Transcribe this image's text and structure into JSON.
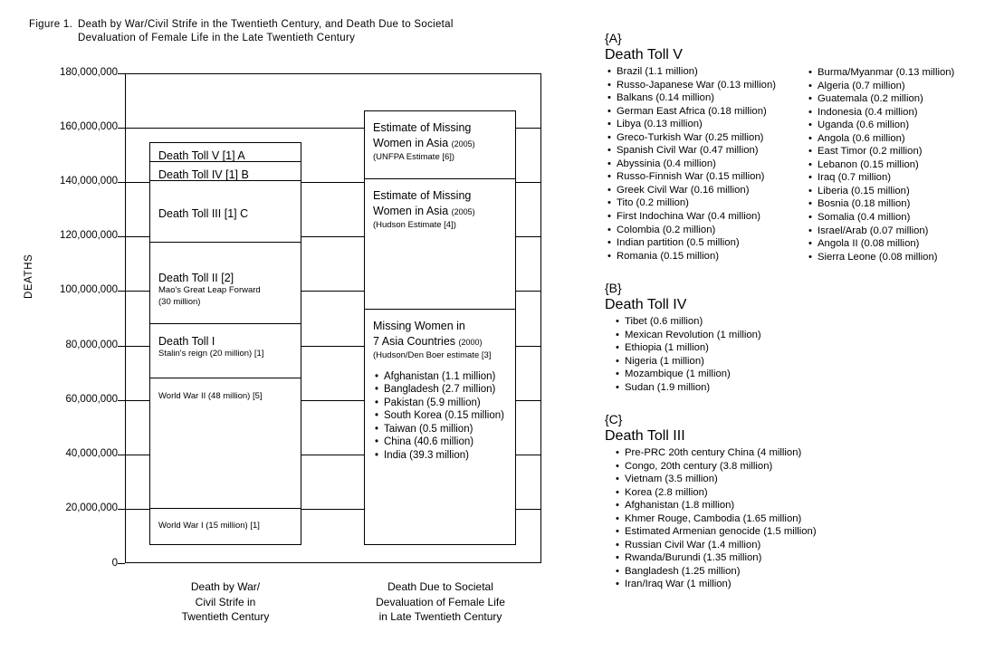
{
  "figure": {
    "label": "Figure 1.",
    "title_line1": "Death by War/Civil Strife in the Twentieth Century, and Death Due to Societal",
    "title_line2": "Devaluation of Female Life in the Late Twentieth Century"
  },
  "chart_data": {
    "type": "bar",
    "title": "Death by War/Civil Strife in the Twentieth Century, and Death Due to Societal Devaluation of Female Life in the Late Twentieth Century",
    "xlabel": "",
    "ylabel": "DEATHS",
    "ylim": [
      0,
      180000000
    ],
    "grid": true,
    "legend_position": "none",
    "ytick_labels": [
      "180,000,000",
      "160,000,000",
      "140,000,000",
      "120,000,000",
      "100,000,000",
      "80,000,000",
      "60,000,000",
      "40,000,000",
      "20,000,000",
      "0"
    ],
    "ytick_values": [
      180000000,
      160000000,
      140000000,
      120000000,
      100000000,
      80000000,
      60000000,
      40000000,
      20000000,
      0
    ],
    "categories": [
      "Death by War/\nCivil Strife in\nTwentieth Century",
      "Death Due to Societal\nDevaluation of Female Life\nin Late Twentieth Century"
    ],
    "series": [
      {
        "name": "Death by War/Civil Strife in Twentieth Century",
        "total": 150000000,
        "segments": [
          {
            "label": "World War I (15 million) [1]",
            "value": 15000000,
            "range": [
              0,
              15000000
            ]
          },
          {
            "label": "World War II (48 million) [5]",
            "value": 48000000,
            "range": [
              15000000,
              63000000
            ]
          },
          {
            "label": "Death Toll I",
            "sub": "Stalin's reign (20 million) [1]",
            "value": 20000000,
            "range": [
              63000000,
              83000000
            ]
          },
          {
            "label": "Death Toll II [2]",
            "sub": "Mao's Great Leap Forward",
            "sub2": "(30 million)",
            "value": 30000000,
            "range": [
              83000000,
              113000000
            ]
          },
          {
            "label": "Death Toll III [1] C",
            "value": 23000000,
            "range": [
              113000000,
              136000000
            ]
          },
          {
            "label": "Death Toll IV [1] B",
            "value": 7000000,
            "range": [
              136000000,
              143000000
            ]
          },
          {
            "label": "Death Toll V [1] A",
            "value": 7000000,
            "range": [
              143000000,
              150000000
            ]
          }
        ]
      },
      {
        "name": "Death Due to Societal Devaluation of Female Life in Late Twentieth Century",
        "total": 163000000,
        "segments": [
          {
            "label_line1": "Missing Women in",
            "label_line2": "7 Asia Countries",
            "year": "(2000)",
            "source": "(Hudson/Den Boer estimate [3]",
            "value": 90000000,
            "range": [
              0,
              90000000
            ],
            "items": [
              "Afghanistan (1.1 million)",
              "Bangladesh (2.7 million)",
              "Pakistan (5.9 million)",
              "South Korea (0.15 million)",
              "Taiwan (0.5 million)",
              "China (40.6 million)",
              "India (39.3 million)"
            ]
          },
          {
            "label_line1": "Estimate of Missing",
            "label_line2": "Women in Asia",
            "year": "(2005)",
            "source": "(Hudson Estimate [4])",
            "value": 48000000,
            "range": [
              90000000,
              138000000
            ]
          },
          {
            "label_line1": "Estimate of Missing",
            "label_line2": "Women in Asia",
            "year": "(2005)",
            "source": "(UNFPA Estimate [6])",
            "value": 25000000,
            "range": [
              138000000,
              163000000
            ]
          }
        ]
      }
    ]
  },
  "axis": {
    "ylabel": "DEATHS",
    "xcat1_line1": "Death by War/",
    "xcat1_line2": "Civil Strife in",
    "xcat1_line3": "Twentieth Century",
    "xcat2_line1": "Death Due to Societal",
    "xcat2_line2": "Devaluation of Female Life",
    "xcat2_line3": "in Late Twentieth Century"
  },
  "panel": {
    "sections": [
      {
        "brace": "{A}",
        "head": "Death Toll V",
        "col1": [
          "Brazil (1.1 million)",
          "Russo-Japanese War (0.13 million)",
          "Balkans (0.14 million)",
          "German East Africa (0.18 million)",
          "Libya (0.13 million)",
          "Greco-Turkish War (0.25 million)",
          "Spanish Civil War (0.47 million)",
          "Abyssinia (0.4 million)",
          "Russo-Finnish War (0.15 million)",
          "Greek Civil War (0.16 million)",
          "Tito (0.2 million)",
          "First Indochina War (0.4 million)",
          "Colombia (0.2 million)",
          "Indian partition (0.5 million)",
          "Romania (0.15 million)"
        ],
        "col2": [
          "Burma/Myanmar (0.13 million)",
          "Algeria (0.7 million)",
          "Guatemala (0.2 million)",
          "Indonesia (0.4 million)",
          "Uganda (0.6 million)",
          "Angola (0.6 million)",
          "East Timor (0.2 million)",
          "Lebanon (0.15 million)",
          "Iraq (0.7 million)",
          "Liberia (0.15 million)",
          "Bosnia (0.18 million)",
          "Somalia (0.4 million)",
          "Israel/Arab (0.07 million)",
          "Angola II (0.08 million)",
          "Sierra Leone (0.08 million)"
        ]
      },
      {
        "brace": "{B}",
        "head": "Death Toll IV",
        "col1": [
          "Tibet (0.6 million)",
          "Mexican Revolution (1 million)",
          "Ethiopia (1 million)",
          "Nigeria (1 million)",
          "Mozambique (1 million)",
          "Sudan (1.9 million)"
        ],
        "col2": []
      },
      {
        "brace": "{C}",
        "head": "Death Toll III",
        "col1": [
          "Pre-PRC 20th century China (4 million)",
          "Congo, 20th century (3.8 million)",
          "Vietnam (3.5 million)",
          "Korea (2.8 million)",
          "Afghanistan (1.8 million)",
          "Khmer Rouge, Cambodia (1.65 million)",
          "Estimated Armenian genocide (1.5 million)",
          "Russian Civil War (1.4 million)",
          "Rwanda/Burundi (1.35 million)",
          "Bangladesh (1.25 million)",
          "Iran/Iraq War (1 million)"
        ],
        "col2": []
      }
    ]
  }
}
